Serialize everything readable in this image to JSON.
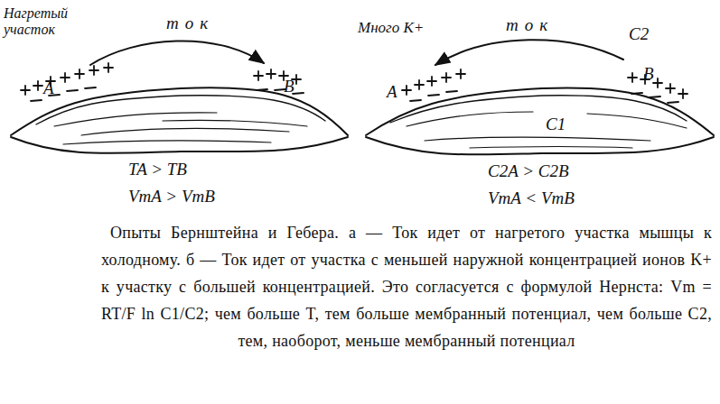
{
  "diagram": {
    "caption": "Опыты Бернштейна и Гебера. а — Ток идет от нагретого участка мышцы к холодному. б — Ток идет от участка с меньшей наружной концентрацией ионов K+ к участку с большей концентрацией. Это согласуется с формулой Нернста: Vm = RT/F ln C1/C2; чем больше T, тем больше мембранный потенциал, чем больше C2, тем, наоборот, меньше мембранный потенциал",
    "labels": [
      "Нагретый участок",
      "ток",
      "A",
      "B",
      "TA > TB",
      "VmA > VmB",
      "Много K+",
      "ток",
      "C2",
      "A",
      "B",
      "C1",
      "C2A > C2B",
      "VmA < VmB"
    ]
  }
}
